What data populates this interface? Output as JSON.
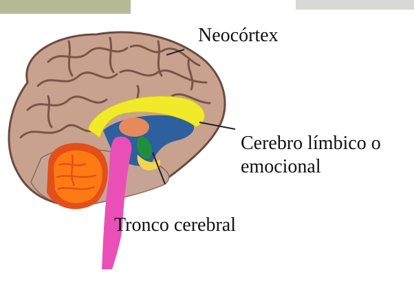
{
  "labels": {
    "neocortex": "Neocórtex",
    "limbic_line1": "Cerebro límbico o",
    "limbic_line2": "emocional",
    "brainstem": "Tronco cerebral"
  },
  "colors": {
    "background": "#ffffff",
    "cortex": "#c9a18f",
    "cortex_outline": "#6b4a3e",
    "cortex_gyri": "#7a5446",
    "cortex_lower": "#c6a395",
    "limbic_arc": "#f1ea2a",
    "inner_region": "#2e5f9e",
    "thalamus": "#e58a5a",
    "amygdala": "#1e8f3c",
    "hippocampus": "#f2d54a",
    "brainstem": "#ea4fb8",
    "cerebellum": "#ff7a12",
    "cerebellum_outer": "#e34f1a",
    "pointer_line": "#222222",
    "top_strip": "#b5ba95"
  }
}
